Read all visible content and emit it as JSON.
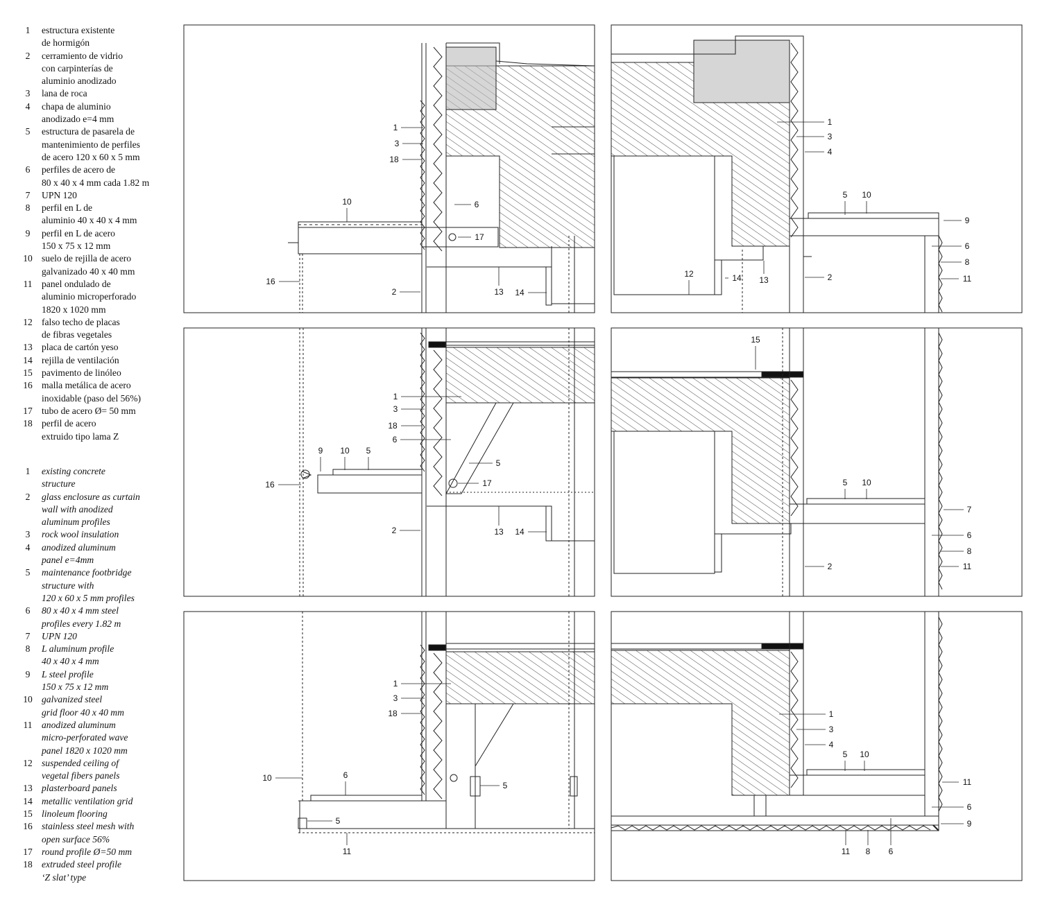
{
  "legend_es": [
    {
      "num": "1",
      "text": "estructura existente\nde hormigón"
    },
    {
      "num": "2",
      "text": "cerramiento de vidrio\ncon carpinterías de\naluminio anodizado"
    },
    {
      "num": "3",
      "text": "lana de roca"
    },
    {
      "num": "4",
      "text": "chapa de aluminio\nanodizado e=4 mm"
    },
    {
      "num": "5",
      "text": "estructura de pasarela de\nmantenimiento de perfiles\nde acero 120 x 60 x 5 mm"
    },
    {
      "num": "6",
      "text": "perfiles de acero de\n80 x 40 x 4 mm cada 1.82 m"
    },
    {
      "num": "7",
      "text": "UPN 120"
    },
    {
      "num": "8",
      "text": "perfil en L de\naluminio 40 x 40 x 4 mm"
    },
    {
      "num": "9",
      "text": "perfil en L de acero\n150 x 75 x 12 mm"
    },
    {
      "num": "10",
      "text": "suelo de rejilla de acero\ngalvanizado 40 x 40 mm"
    },
    {
      "num": "11",
      "text": "panel ondulado de\naluminio microperforado\n1820 x 1020 mm"
    },
    {
      "num": "12",
      "text": "falso techo de placas\nde fibras vegetales"
    },
    {
      "num": "13",
      "text": "placa de cartón yeso"
    },
    {
      "num": "14",
      "text": "rejilla de ventilación"
    },
    {
      "num": "15",
      "text": "pavimento de linóleo"
    },
    {
      "num": "16",
      "text": "malla metálica de acero\ninoxidable (paso del 56%)"
    },
    {
      "num": "17",
      "text": "tubo de acero  Ø= 50 mm"
    },
    {
      "num": "18",
      "text": "perfil de acero\nextruido tipo lama Z"
    }
  ],
  "legend_en": [
    {
      "num": "1",
      "text": "existing concrete\nstructure"
    },
    {
      "num": "2",
      "text": "glass enclosure as curtain\nwall with anodized\naluminum profiles"
    },
    {
      "num": "3",
      "text": "rock wool insulation"
    },
    {
      "num": "4",
      "text": "anodized aluminum\npanel e=4mm"
    },
    {
      "num": "5",
      "text": "maintenance footbridge\nstructure with\n120 x 60 x 5 mm profiles"
    },
    {
      "num": "6",
      "text": "80 x 40 x 4 mm steel\nprofiles every 1.82 m"
    },
    {
      "num": "7",
      "text": "UPN 120"
    },
    {
      "num": "8",
      "text": "L aluminum profile\n40 x 40 x 4 mm"
    },
    {
      "num": "9",
      "text": "L steel profile\n150 x 75 x 12 mm"
    },
    {
      "num": "10",
      "text": "galvanized steel\ngrid floor 40 x 40 mm"
    },
    {
      "num": "11",
      "text": "anodized aluminum\nmicro-perforated wave\npanel 1820 x 1020 mm"
    },
    {
      "num": "12",
      "text": "suspended ceiling of\nvegetal fibers panels"
    },
    {
      "num": "13",
      "text": "plasterboard panels"
    },
    {
      "num": "14",
      "text": "metallic ventilation grid"
    },
    {
      "num": "15",
      "text": "linoleum flooring"
    },
    {
      "num": "16",
      "text": "stainless steel mesh with\nopen surface 56%"
    },
    {
      "num": "17",
      "text": "round profile Ø=50 mm"
    },
    {
      "num": "18",
      "text": "extruded steel profile\n‘Z slat’ type"
    }
  ],
  "callouts": {
    "p1": [
      "1",
      "3",
      "18",
      "10",
      "6",
      "17",
      "16",
      "2",
      "13",
      "14"
    ],
    "p2": [
      "1",
      "3",
      "4",
      "5",
      "10",
      "9",
      "6",
      "8",
      "11",
      "12",
      "14",
      "13",
      "2"
    ],
    "p3": [
      "1",
      "3",
      "18",
      "6",
      "9",
      "10",
      "5",
      "5",
      "16",
      "17",
      "2",
      "13",
      "14"
    ],
    "p4": [
      "15",
      "5",
      "10",
      "7",
      "6",
      "8",
      "11",
      "2"
    ],
    "p5": [
      "1",
      "3",
      "18",
      "10",
      "6",
      "5",
      "5",
      "11"
    ],
    "p6": [
      "1",
      "3",
      "4",
      "5",
      "10",
      "11",
      "6",
      "9",
      "11",
      "8",
      "6"
    ]
  },
  "colors": {
    "line": "#1a1a1a",
    "fill_grey": "#d6d6d6",
    "black": "#111111"
  }
}
